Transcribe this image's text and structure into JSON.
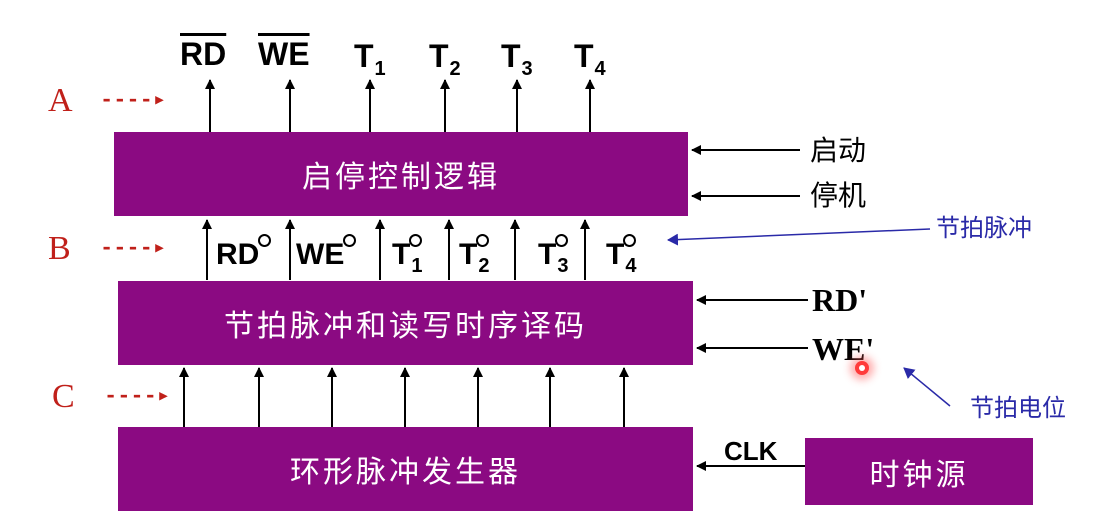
{
  "top_outputs": {
    "rd": "RD",
    "we": "WE",
    "t1_base": "T",
    "t1_sub": "1",
    "t2_base": "T",
    "t2_sub": "2",
    "t3_base": "T",
    "t3_sub": "3",
    "t4_base": "T",
    "t4_sub": "4"
  },
  "row_markers": {
    "a": "A",
    "b": "B",
    "c": "C",
    "arrow": "----"
  },
  "blocks": {
    "start_stop": "启停控制逻辑",
    "decoder": "节拍脉冲和读写时序译码",
    "ring_gen": "环形脉冲发生器",
    "clock_src": "时钟源"
  },
  "mid_signals": {
    "rd": "RD",
    "we": "WE",
    "t1_base": "T",
    "t1_sub": "1",
    "t2_base": "T",
    "t2_sub": "2",
    "t3_base": "T",
    "t3_sub": "3",
    "t4_base": "T",
    "t4_sub": "4"
  },
  "right_inputs": {
    "start": "启动",
    "stop": "停机",
    "rd_prime": "RD'",
    "we_prime": "WE'",
    "clk": "CLK"
  },
  "annotations": {
    "beat_pulse": "节拍脉冲",
    "beat_level": "节拍电位"
  },
  "colors": {
    "block_fill": "#8b0a82",
    "marker_red": "#c0201a",
    "annotation_blue": "#2a2aa8"
  }
}
